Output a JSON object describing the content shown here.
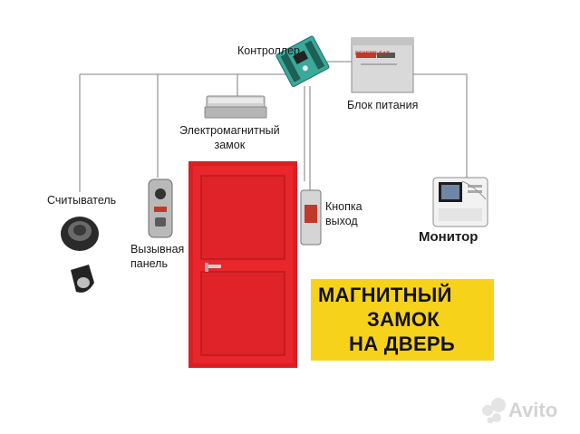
{
  "components": {
    "controller": {
      "label": "Контроллер"
    },
    "power_supply": {
      "label": "Блок питания",
      "brand": "РЕЗЕРВ-БАТ"
    },
    "electromagnetic_lock": {
      "label": "Электромагнитный\nзамок"
    },
    "reader": {
      "label": "Считыватель"
    },
    "call_panel": {
      "label": "Вызывная\nпанель"
    },
    "exit_button": {
      "label": "Кнопка\nвыход"
    },
    "monitor": {
      "label": "Монитор"
    }
  },
  "banner": {
    "line1": "МАГНИТНЫЙ",
    "line2": "ЗАМОК",
    "line3": "НА ДВЕРЬ"
  },
  "watermark": {
    "text": "Avito"
  },
  "colors": {
    "door": "#e8262b",
    "door_frame": "#d91f24",
    "banner": "#f7d21b",
    "wire": "#9a9a9a",
    "controller_board": "#3aa89a"
  }
}
